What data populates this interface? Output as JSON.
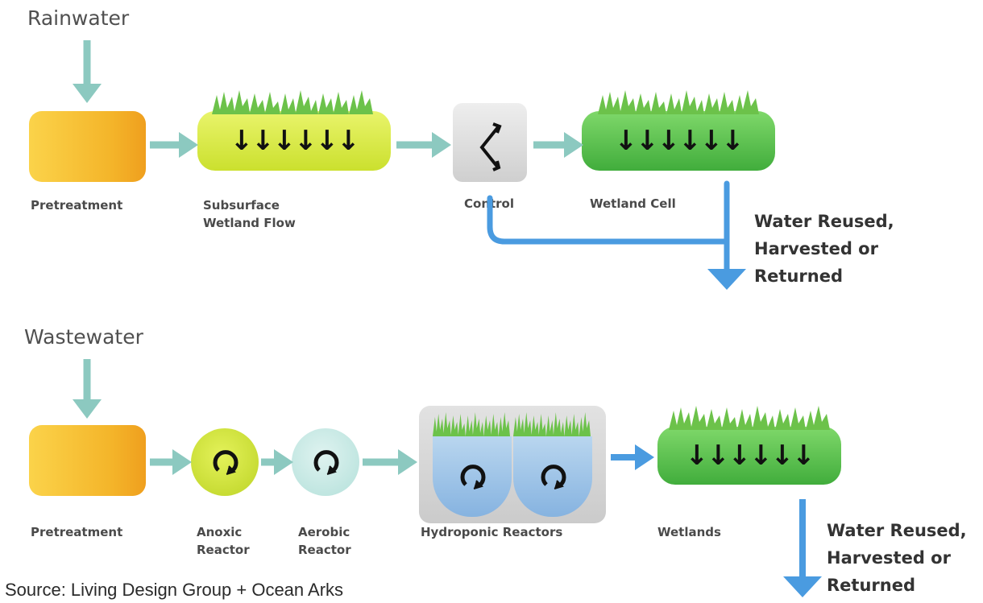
{
  "top": {
    "input_title": "Rainwater",
    "stages": {
      "pretreatment": "Pretreatment",
      "subsurface_line1": "Subsurface",
      "subsurface_line2": "Wetland Flow",
      "control": "Control",
      "wetland_cell": "Wetland Cell"
    },
    "output_line1": "Water Reused,",
    "output_line2": "Harvested or",
    "output_line3": "Returned"
  },
  "bottom": {
    "input_title": "Wastewater",
    "stages": {
      "pretreatment": "Pretreatment",
      "anoxic_line1": "Anoxic",
      "anoxic_line2": "Reactor",
      "aerobic_line1": "Aerobic",
      "aerobic_line2": "Reactor",
      "hydroponic": "Hydroponic Reactors",
      "wetlands": "Wetlands"
    },
    "output_line1": "Water Reused,",
    "output_line2": "Harvested or",
    "output_line3": "Returned"
  },
  "flow_arrows_text": "↓↓↓↓↓↓",
  "source": "Source: Living Design Group + Ocean Arks",
  "colors": {
    "teal_arrow": "#8cc9c0",
    "blue_arrow": "#4a9be0",
    "pretreatment": "#f4b52a",
    "subsurface": "#d5e639",
    "wetland": "#4cb244",
    "anoxic": "#cde02e",
    "aerobic": "#bfe6e1",
    "hydroponic_tank": "#9cc3e8",
    "control_box": "#dddddd"
  }
}
